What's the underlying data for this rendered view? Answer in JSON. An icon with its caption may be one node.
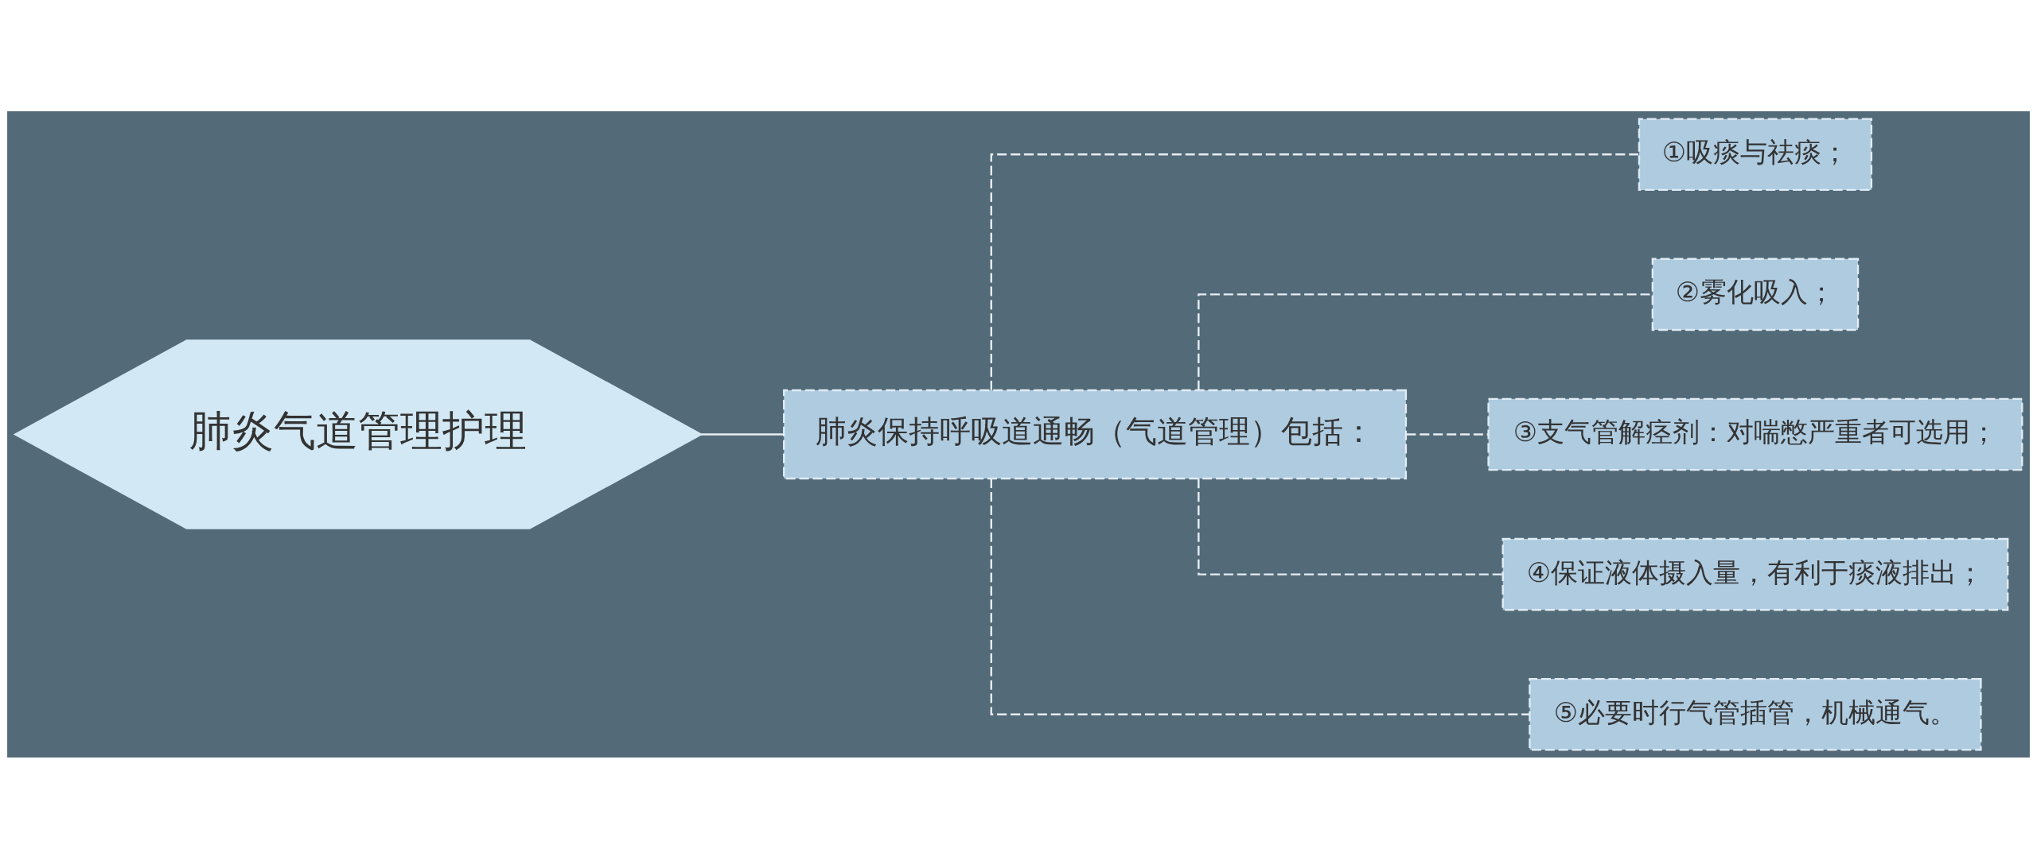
{
  "diagram": {
    "nodes": [
      {
        "text": [
          "肺炎气道管理护理"
        ]
      },
      {
        "text": [
          "肺炎保持呼吸道通畅（气道管理）包括："
        ]
      },
      {
        "text": [
          "①吸痰与祛痰；"
        ]
      },
      {
        "text": [
          "②雾化吸入；"
        ]
      },
      {
        "text": [
          "③支气管解痉剂：对喘憋严重者可选用；"
        ]
      },
      {
        "text": [
          "④保证液体摄入量，有利于痰液排出；"
        ]
      },
      {
        "text": [
          "⑤必要时行气管插管，机械通气。"
        ]
      }
    ],
    "edges": [
      {
        "from": 0,
        "to": 1,
        "arrow": "none"
      },
      {
        "from": 1,
        "to": 2,
        "arrow": "none",
        "style": "dashed"
      },
      {
        "from": 1,
        "to": 3,
        "arrow": "none",
        "style": "dashed"
      },
      {
        "from": 1,
        "to": 4,
        "arrow": "none",
        "style": "dashed"
      },
      {
        "from": 1,
        "to": 5,
        "arrow": "none",
        "style": "dashed"
      },
      {
        "from": 1,
        "to": 6,
        "arrow": "none",
        "style": "dashed"
      }
    ]
  }
}
